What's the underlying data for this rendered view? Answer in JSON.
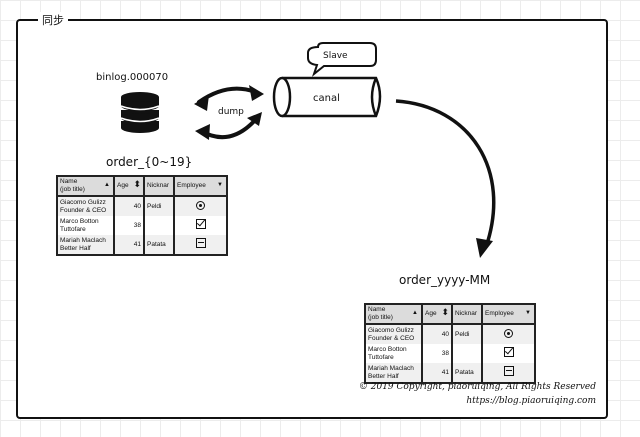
{
  "frame": {
    "title": "同步"
  },
  "source": {
    "binlog_label": "binlog.000070",
    "table_label": "order_{0~19}",
    "icon": "database-icon"
  },
  "transfer": {
    "dump_label": "dump",
    "icon": "bidirectional-arrows-icon"
  },
  "canal": {
    "label": "canal",
    "role_bubble": "Slave",
    "icon": "pipe-icon"
  },
  "target": {
    "table_label": "order_yyyy-MM"
  },
  "grid": {
    "headers": [
      "Name\n(job title)",
      "Age",
      "Nicknar",
      "Employee"
    ],
    "rows": [
      {
        "name": "Giacomo Gulizz",
        "title": "Founder & CEO",
        "age": "40",
        "nick": "Peldi",
        "employee": "radio-icon"
      },
      {
        "name": "Marco Botton",
        "title": "Tuttofare",
        "age": "38",
        "nick": "",
        "employee": "checkbox-checked-icon"
      },
      {
        "name": "Mariah Maclach",
        "title": "Better Half",
        "age": "41",
        "nick": "Patata",
        "employee": "checkbox-indeterminate-icon"
      }
    ]
  },
  "footer": {
    "copyright": "© 2019 Copyright, piaoruiqing, All Rights Reserved",
    "url": "https://blog.piaoruiqing.com"
  }
}
